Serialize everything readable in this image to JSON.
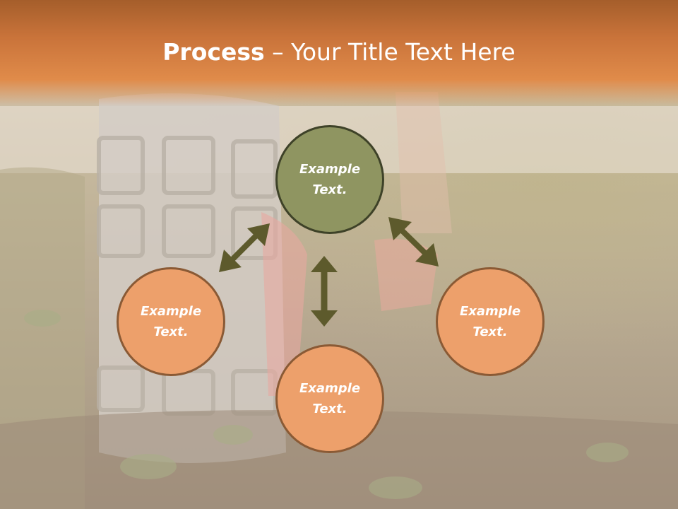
{
  "slide": {
    "title_bold": "Process",
    "title_dash": " – ",
    "title_rest": "Your Title Text Here"
  },
  "nodes": [
    {
      "id": "top",
      "label": "Example Text."
    },
    {
      "id": "left",
      "label": "Example Text."
    },
    {
      "id": "bottom",
      "label": "Example Text."
    },
    {
      "id": "right",
      "label": "Example Text."
    }
  ],
  "colors": {
    "title_band": "#e08b4a",
    "node_primary": "#8f9561",
    "node_secondary": "#eda06b",
    "arrow": "#5d5a2c"
  }
}
